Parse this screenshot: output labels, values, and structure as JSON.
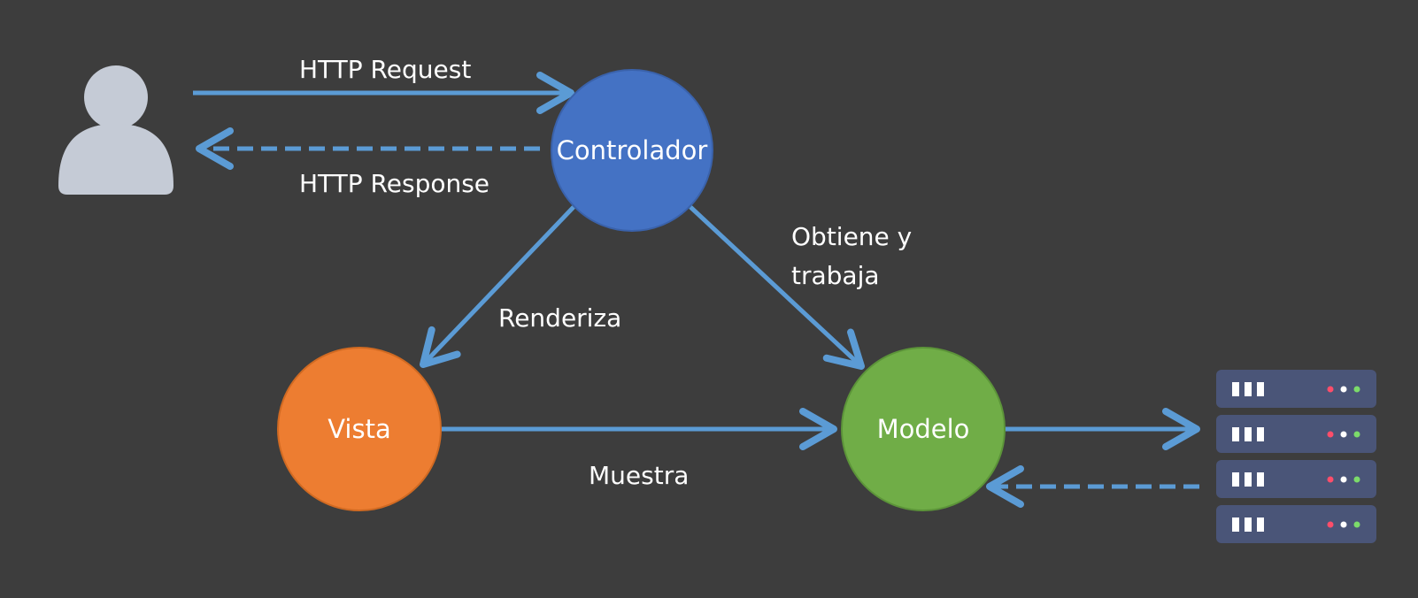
{
  "diagram": {
    "background": "#3d3d3d",
    "colors": {
      "arrow": "#5b9bd5",
      "user_icon": "#c5cbd6",
      "controller": "#4472c4",
      "view": "#ed7d31",
      "model": "#70ad47",
      "server_body": "#4a5578",
      "server_slots": "#ffffff",
      "led_red": "#ff4d6a",
      "led_white": "#ffffff",
      "led_green": "#7cdb6a",
      "text": "#ffffff"
    },
    "icons": {
      "user": "user-icon",
      "server": "server-stack-icon"
    },
    "nodes": {
      "controller": "Controlador",
      "view": "Vista",
      "model": "Modelo"
    },
    "edges": {
      "http_request": "HTTP Request",
      "http_response": "HTTP Response",
      "renderiza": "Renderiza",
      "obtiene_line1": "Obtiene y",
      "obtiene_line2": "trabaja",
      "muestra": "Muestra"
    }
  }
}
